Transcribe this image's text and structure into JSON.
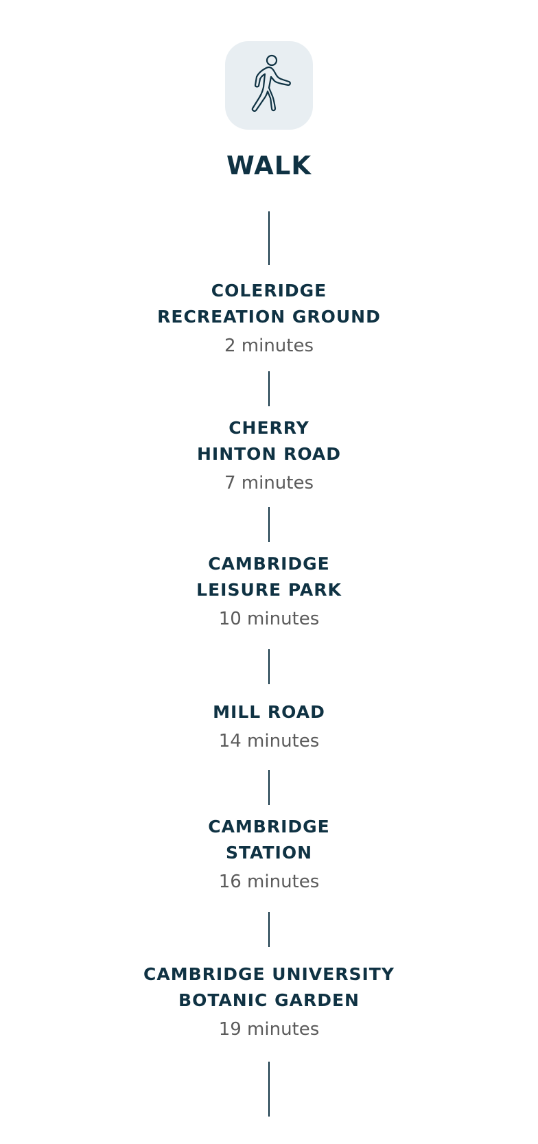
{
  "mode": {
    "icon": "walking-person-icon",
    "title": "WALK"
  },
  "colors": {
    "primary": "#0f3243",
    "muted_text": "#5b5b5b",
    "icon_background": "#e8eef2"
  },
  "stops": [
    {
      "name_lines": [
        "COLERIDGE",
        "RECREATION GROUND"
      ],
      "time": "2 minutes"
    },
    {
      "name_lines": [
        "CHERRY",
        "HINTON ROAD"
      ],
      "time": "7 minutes"
    },
    {
      "name_lines": [
        "CAMBRIDGE",
        "LEISURE PARK"
      ],
      "time": "10 minutes"
    },
    {
      "name_lines": [
        "MILL ROAD"
      ],
      "time": "14 minutes"
    },
    {
      "name_lines": [
        "CAMBRIDGE",
        "STATION"
      ],
      "time": "16 minutes"
    },
    {
      "name_lines": [
        "CAMBRIDGE UNIVERSITY",
        "BOTANIC GARDEN"
      ],
      "time": "19 minutes"
    }
  ]
}
